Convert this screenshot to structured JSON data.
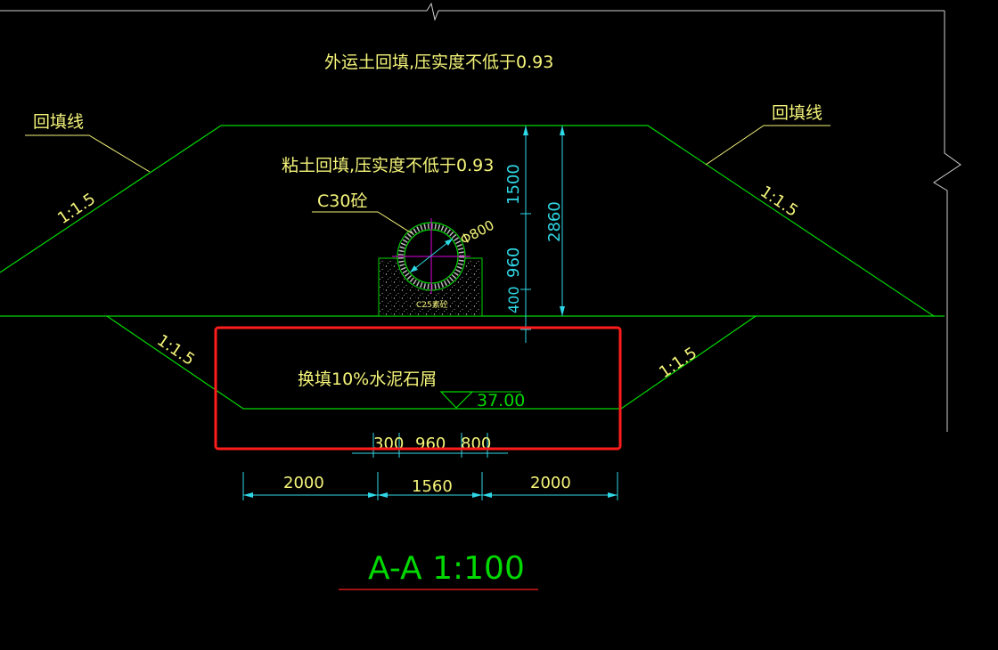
{
  "colors": {
    "background": "#000000",
    "green": "#00d800",
    "white": "#ffffff",
    "yellow": "#f5f57a",
    "cyan": "#2fd8e6",
    "magenta": "#e000e0",
    "red": "#ff1c1c",
    "gray": "#d0d0d0"
  },
  "labels": {
    "outer_fill": "外运土回填,压实度不低于0.93",
    "backfill_left": "回填线",
    "backfill_right": "回填线",
    "clay_fill": "粘土回填,压实度不低于0.93",
    "pipe_concrete": "C30砼",
    "pipe_diameter": "Φ800",
    "base_concrete": "C25素砼",
    "replacement_fill": "换填10%水泥石屑",
    "elevation": "37.00",
    "slope_upper_left": "1:1.5",
    "slope_upper_right": "1:1.5",
    "slope_lower_left": "1:1.5",
    "slope_lower_right": "1:1.5",
    "section_title": "A-A 1:100"
  },
  "dimensions": {
    "vertical": {
      "d1500": "1500",
      "d960": "960",
      "d400": "400",
      "d2860": "2860"
    },
    "horizontal": {
      "d300": "300",
      "d960": "960",
      "d800": "800",
      "d2000_left": "2000",
      "d1560": "1560",
      "d2000_right": "2000"
    }
  }
}
